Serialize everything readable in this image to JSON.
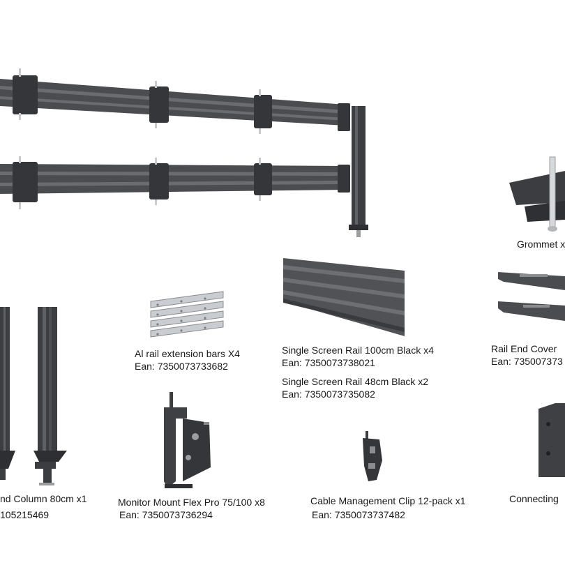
{
  "products": {
    "grommet": {
      "name": "Grommet x"
    },
    "extension_bars": {
      "name": "Al rail extension bars X4",
      "ean": "Ean: 7350073733682"
    },
    "rail_100": {
      "name": "Single Screen Rail 100cm Black x4",
      "ean": "Ean: 7350073738021"
    },
    "rail_48": {
      "name": "Single Screen Rail 48cm Black x2",
      "ean": "Ean: 7350073735082"
    },
    "rail_end_cover": {
      "name": "Rail End Cover",
      "ean": "Ean: 735007373"
    },
    "column": {
      "name": "nd Column 80cm x1",
      "ean": "105215469"
    },
    "monitor_mount": {
      "name": "Monitor Mount Flex Pro 75/100 x8",
      "ean": "Ean: 7350073736294"
    },
    "cable_clip": {
      "name": "Cable Management Clip 12-pack x1",
      "ean": "Ean: 7350073737482"
    },
    "connecting": {
      "name": "Connecting"
    }
  },
  "colors": {
    "metal_dark": "#3c3d40",
    "metal_mid": "#55575b",
    "metal_light": "#8a8c90",
    "aluminium": "#c9ccd0"
  }
}
